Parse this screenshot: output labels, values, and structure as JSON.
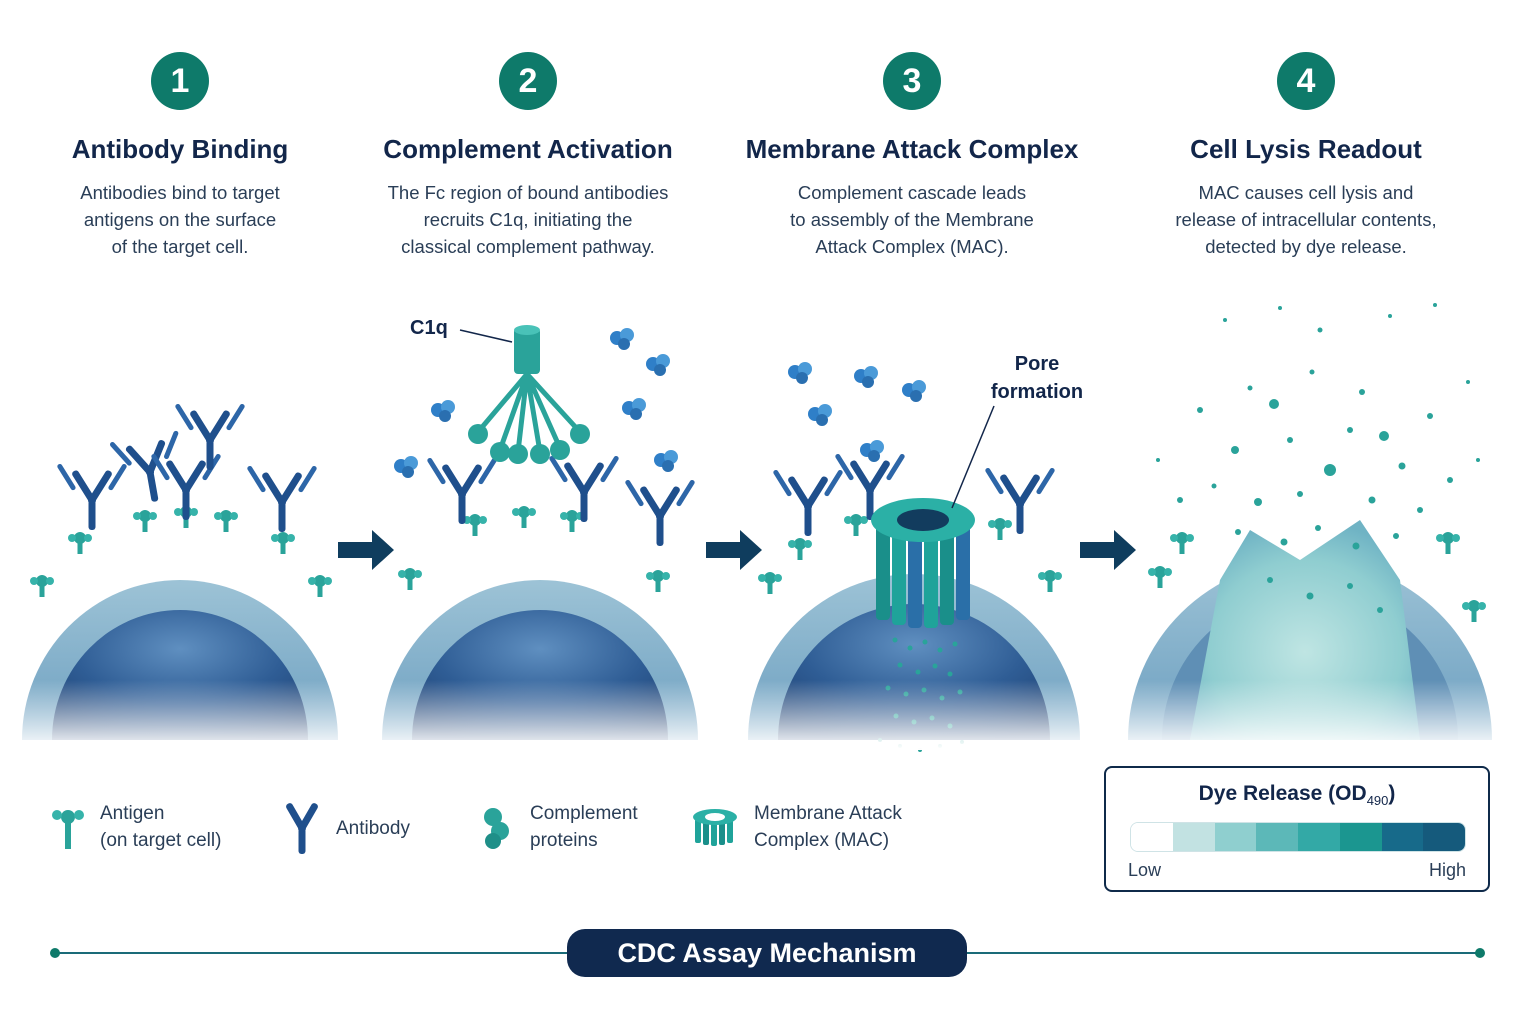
{
  "steps": [
    {
      "num": "1",
      "title": "Antibody Binding",
      "desc": [
        "Antibodies bind to target",
        "antigens on the surface",
        "of the target cell."
      ]
    },
    {
      "num": "2",
      "title": "Complement Activation",
      "desc": [
        "The Fc region of bound antibodies",
        "recruits C1q, initiating the",
        "classical complement pathway."
      ]
    },
    {
      "num": "3",
      "title": "Membrane Attack Complex",
      "desc": [
        "Complement cascade leads",
        "to assembly of the Membrane",
        "Attack Complex (MAC)."
      ]
    },
    {
      "num": "4",
      "title": "Cell Lysis Readout",
      "desc": [
        "MAC causes cell lysis and",
        "release of intracellular contents,",
        "detected by dye release."
      ]
    }
  ],
  "annotations": {
    "c1q": "C1q",
    "pore": [
      "Pore",
      "formation"
    ]
  },
  "legend": [
    {
      "icon": "antigen-icon",
      "lines": [
        "Antigen",
        "(on target cell)"
      ]
    },
    {
      "icon": "antibody-icon",
      "lines": [
        "Antibody"
      ]
    },
    {
      "icon": "complement-icon",
      "lines": [
        "Complement",
        "proteins"
      ]
    },
    {
      "icon": "mac-icon",
      "lines": [
        "Membrane Attack",
        "Complex (MAC)"
      ]
    }
  ],
  "dye_scale": {
    "title": "Dye Release (OD",
    "subscript": "490",
    "title_suffix": ")",
    "low": "Low",
    "high": "High",
    "colors": [
      "#ffffff",
      "#c2e2e2",
      "#8fcfcf",
      "#5cb8b8",
      "#33a9a6",
      "#1b9690",
      "#176a8a",
      "#155a7c"
    ]
  },
  "footer": "CDC Assay Mechanism",
  "colors": {
    "accent_teal": "#0e7a6a",
    "navy": "#10294f",
    "antibody": "#1f4f8c",
    "antigen": "#2aa39a",
    "complement": "#2f7fc8",
    "mac": "#1fa39a"
  }
}
